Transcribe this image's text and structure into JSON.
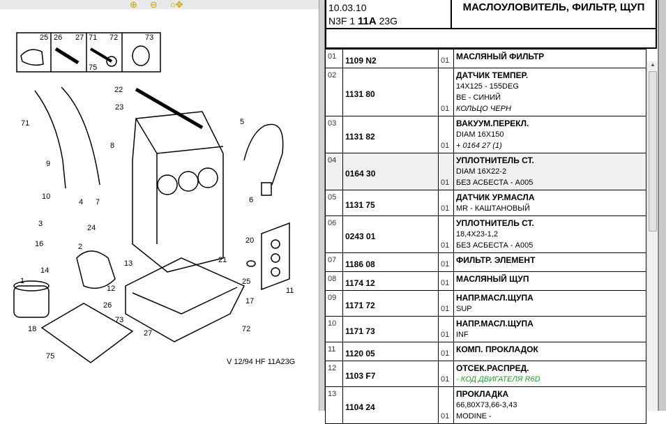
{
  "toolbar": {
    "zoom_in": "zoom-in-icon",
    "zoom_out": "zoom-out-icon",
    "zoom_fit": "zoom-pan-icon"
  },
  "diagram": {
    "callouts": [
      "25",
      "26",
      "27",
      "71",
      "72",
      "75",
      "73",
      "22",
      "23",
      "5",
      "71",
      "8",
      "9",
      "10",
      "7",
      "4",
      "6",
      "3",
      "24",
      "16",
      "2",
      "20",
      "13",
      "21",
      "14",
      "1",
      "12",
      "25",
      "11",
      "26",
      "17",
      "73",
      "18",
      "27",
      "72",
      "75"
    ],
    "caption": "V 12/94  HF  11A23G"
  },
  "header": {
    "date": "10.03.10",
    "code_prefix": "N3F 1 ",
    "code_bold": "11A",
    "code_suffix": " 23G",
    "title": "МАСЛОУЛОВИТЕЛЬ, ФИЛЬТР, ЩУП"
  },
  "rows": [
    {
      "num": "01",
      "code": "1109 N2",
      "qty": "01",
      "name": "МАСЛЯНЫЙ ФИЛЬТР",
      "lines": []
    },
    {
      "num": "02",
      "code": "1131 80",
      "qty": "01",
      "name": "ДАТЧИК ТЕМПЕР.",
      "lines": [
        "14X125 - 155DEG",
        "BE - СИНИЙ"
      ],
      "italic": "КОЛЬЦО ЧЕРН"
    },
    {
      "num": "03",
      "code": "1131 82",
      "qty": "01",
      "name": "ВАКУУМ.ПЕРЕКЛ.",
      "lines": [
        "DIAM 16X150"
      ],
      "italic": "+ 0164 27 (1)"
    },
    {
      "num": "04",
      "code": "0164 30",
      "qty": "01",
      "name": "УПЛОТНИТЕЛЬ СТ.",
      "lines": [
        "DIAM 16X22-2",
        "БЕЗ АСБЕСТА - A005"
      ]
    },
    {
      "num": "05",
      "code": "1131 75",
      "qty": "01",
      "name": "ДАТЧИК УР.МАСЛА",
      "lines": [
        "MR - КАШТАНОВЫЙ"
      ]
    },
    {
      "num": "06",
      "code": "0243 01",
      "qty": "01",
      "name": "УПЛОТНИТЕЛЬ СТ.",
      "lines": [
        "18,4X23-1,2",
        "БЕЗ АСБЕСТА - A005"
      ]
    },
    {
      "num": "07",
      "code": "1186 08",
      "qty": "01",
      "name": "ФИЛЬТР. ЭЛЕМЕНТ",
      "lines": []
    },
    {
      "num": "08",
      "code": "1174 12",
      "qty": "01",
      "name": "МАСЛЯНЫЙ ЩУП",
      "lines": []
    },
    {
      "num": "09",
      "code": "1171 72",
      "qty": "01",
      "name": "НАПР.МАСЛ.ЩУПА",
      "lines": [
        "SUP"
      ]
    },
    {
      "num": "10",
      "code": "1171 73",
      "qty": "01",
      "name": "НАПР.МАСЛ.ЩУПА",
      "lines": [
        "INF"
      ]
    },
    {
      "num": "11",
      "code": "1120 05",
      "qty": "01",
      "name": "КОМП. ПРОКЛАДОК",
      "lines": []
    },
    {
      "num": "12",
      "code": "1103 F7",
      "qty": "01",
      "name": "ОТСЕК.РАСПРЕД.",
      "lines": [],
      "green": "- КОД ДВИГАТЕЛЯ R6D"
    },
    {
      "num": "13",
      "code": "1104 24",
      "qty": "01",
      "name": "ПРОКЛАДКА",
      "lines": [
        "66,80X73,66-3,43",
        "MODINE -"
      ]
    }
  ],
  "colors": {
    "selected_row": "#f0f0f0",
    "green_note": "#2a9a2a"
  }
}
